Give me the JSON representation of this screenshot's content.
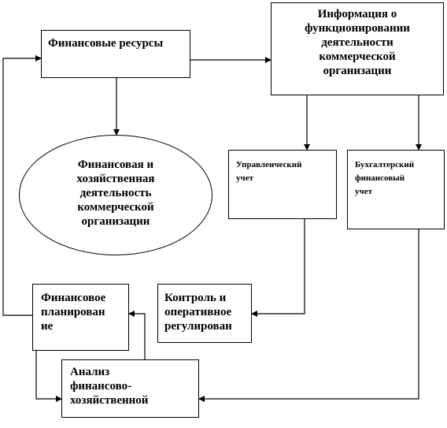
{
  "nodes": {
    "financial_resources": {
      "label": "Финансовые ресурсы"
    },
    "info": {
      "label": "Информация о\nфункционировании\nдеятельности\nкоммерческой\nорганизации"
    },
    "activity": {
      "label": "Финансовая и\nхозяйственная\nдеятельность\nкоммерческой\nорганизации"
    },
    "mgmt_accounting": {
      "label": "Управленческий\nучет"
    },
    "financial_accounting": {
      "label": "Бухгалтерский\nфинансовый\nучет"
    },
    "planning": {
      "label": "Финансовое\nпланирован\nие"
    },
    "control": {
      "label": "Контроль и\nоперативное\nрегулирован"
    },
    "analysis": {
      "label": "Анализ\nфинансово-\nхозяйственной"
    }
  }
}
